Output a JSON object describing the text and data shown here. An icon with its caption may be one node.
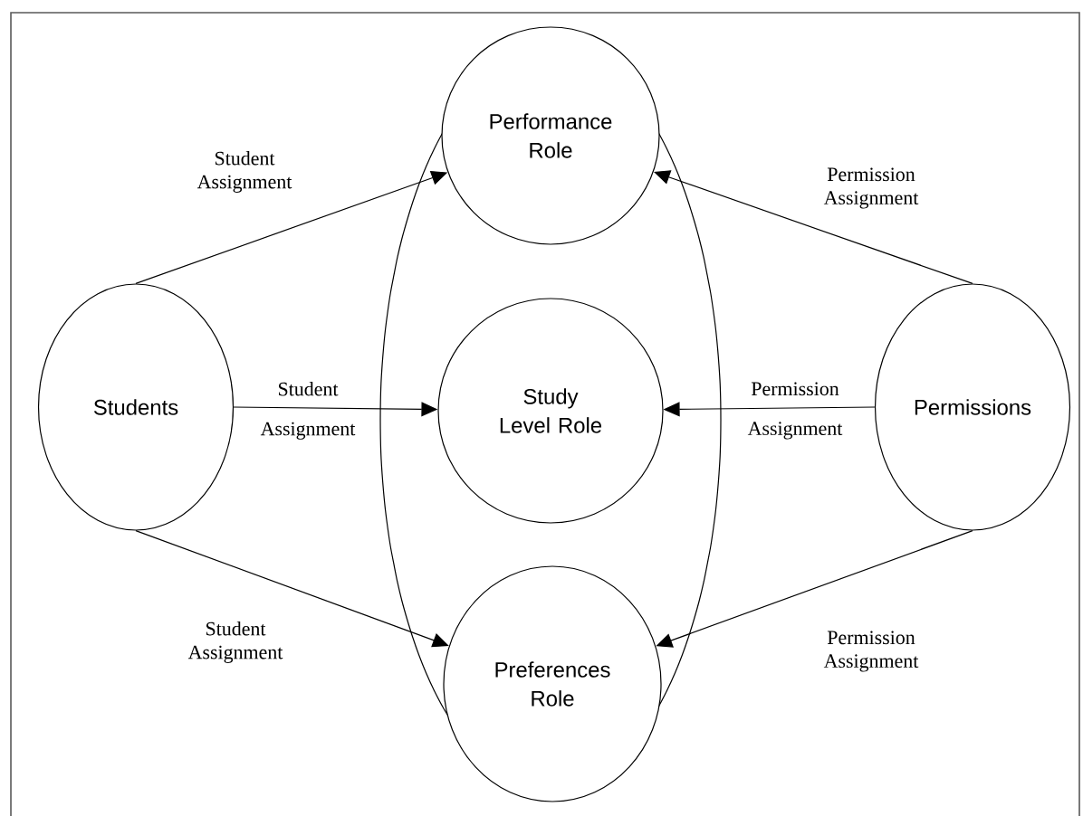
{
  "diagram": {
    "nodes": [
      {
        "text": [
          "Performance Role"
        ]
      },
      {
        "text": [
          "Study Level Role"
        ]
      },
      {
        "text": [
          "Preferences Role"
        ]
      },
      {
        "text": [
          "Students"
        ]
      },
      {
        "text": [
          "Permissions"
        ]
      }
    ],
    "edges": [
      {
        "from": 3,
        "to": 0,
        "arrow": "to",
        "label": "Student Assignment"
      },
      {
        "from": 3,
        "to": 1,
        "arrow": "to",
        "label": "Student Assignment"
      },
      {
        "from": 3,
        "to": 2,
        "arrow": "to",
        "label": "Student Assignment"
      },
      {
        "from": 4,
        "to": 0,
        "arrow": "to",
        "label": "Permission Assignment"
      },
      {
        "from": 4,
        "to": 1,
        "arrow": "to",
        "label": "Permission Assignment"
      },
      {
        "from": 4,
        "to": 2,
        "arrow": "to",
        "label": "Permission Assignment"
      }
    ]
  }
}
